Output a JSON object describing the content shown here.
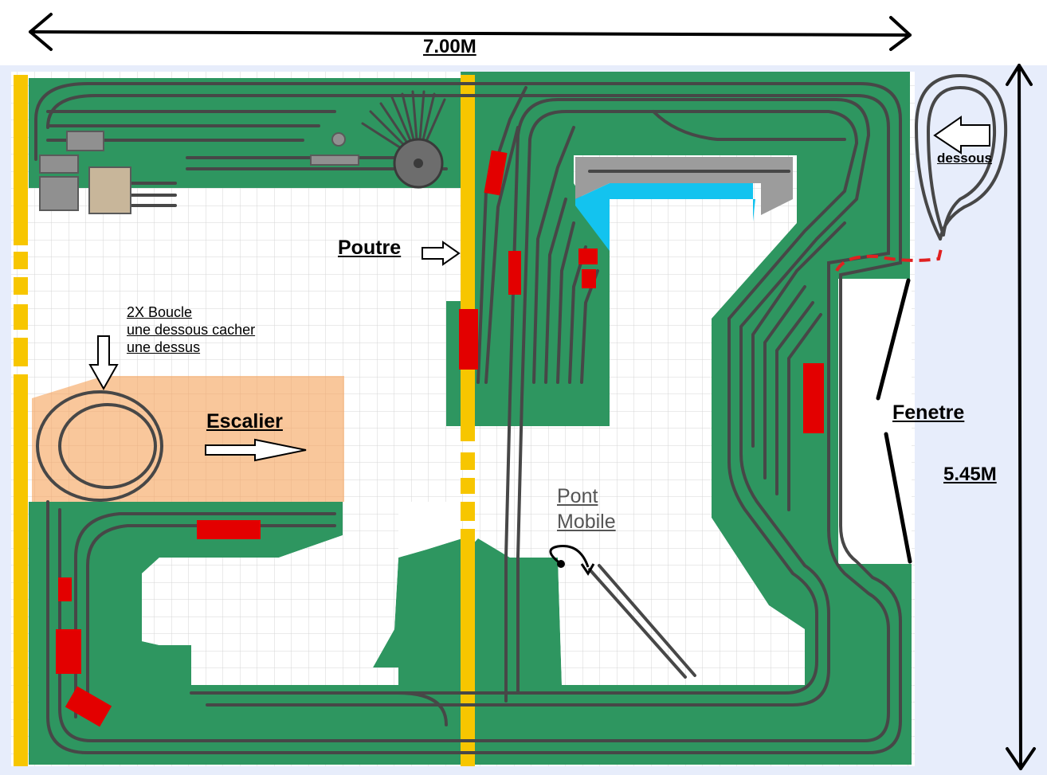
{
  "dimensions": {
    "width_label": "7.00M",
    "height_label": "5.45M"
  },
  "labels": {
    "poutre": "Poutre",
    "escalier": "Escalier",
    "fenetre": "Fenetre",
    "pont_mobile_line1": "Pont",
    "pont_mobile_line2": "Mobile",
    "dessous": "dessous",
    "boucle_line1": "2X Boucle",
    "boucle_line2": "une dessous cacher",
    "boucle_line3": "une dessus"
  },
  "colors": {
    "baseboard": "#2e9660",
    "grid_background": "#ffffff",
    "grid_line": "#d3d3d3",
    "room_outline": "#e6ecfb",
    "beam": "#f7c600",
    "staircase": "#f9c79b",
    "building": "#e30000",
    "track": "#4a4a4a",
    "water": "#13c3ef",
    "platform": "#9a9a9a",
    "hidden_link": "#e02020"
  }
}
